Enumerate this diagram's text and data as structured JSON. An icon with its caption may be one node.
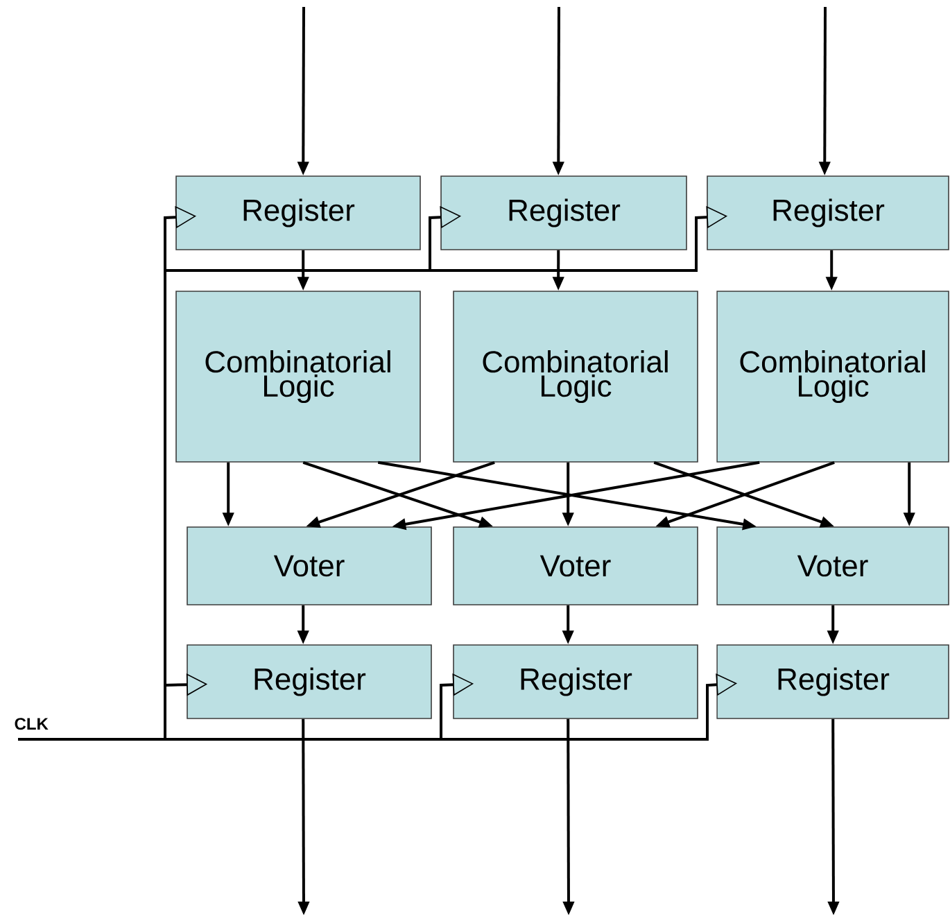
{
  "diagram": {
    "nodes": [
      {
        "text": [
          "Register"
        ]
      },
      {
        "text": [
          "Register"
        ]
      },
      {
        "text": [
          "Register"
        ]
      },
      {
        "text": [
          "Combinatorial Logic"
        ]
      },
      {
        "text": [
          "Combinatorial Logic"
        ]
      },
      {
        "text": [
          "Combinatorial Logic"
        ]
      },
      {
        "text": [
          "Voter"
        ]
      },
      {
        "text": [
          "Voter"
        ]
      },
      {
        "text": [
          "Voter"
        ]
      },
      {
        "text": [
          "Register"
        ]
      },
      {
        "text": [
          "Register"
        ]
      },
      {
        "text": [
          "Register"
        ]
      },
      {
        "text": [
          "CLK"
        ]
      }
    ],
    "edges": [
      {
        "from": null,
        "to": 0,
        "arrow": "to"
      },
      {
        "from": null,
        "to": 1,
        "arrow": "to"
      },
      {
        "from": null,
        "to": 2,
        "arrow": "to"
      },
      {
        "from": 0,
        "to": 3,
        "arrow": "to"
      },
      {
        "from": 1,
        "to": 4,
        "arrow": "to"
      },
      {
        "from": 2,
        "to": 5,
        "arrow": "to"
      },
      {
        "from": 3,
        "to": 6,
        "arrow": "to"
      },
      {
        "from": 3,
        "to": 7,
        "arrow": "to"
      },
      {
        "from": 3,
        "to": 8,
        "arrow": "to"
      },
      {
        "from": 4,
        "to": 6,
        "arrow": "to"
      },
      {
        "from": 4,
        "to": 7,
        "arrow": "to"
      },
      {
        "from": 4,
        "to": 8,
        "arrow": "to"
      },
      {
        "from": 5,
        "to": 6,
        "arrow": "to"
      },
      {
        "from": 5,
        "to": 7,
        "arrow": "to"
      },
      {
        "from": 5,
        "to": 8,
        "arrow": "to"
      },
      {
        "from": 6,
        "to": 9,
        "arrow": "to"
      },
      {
        "from": 7,
        "to": 10,
        "arrow": "to"
      },
      {
        "from": 8,
        "to": 11,
        "arrow": "to"
      },
      {
        "from": 9,
        "to": null,
        "arrow": "to"
      },
      {
        "from": 10,
        "to": null,
        "arrow": "to"
      },
      {
        "from": 11,
        "to": null,
        "arrow": "to"
      },
      {
        "from": 12,
        "to": 0,
        "arrow": "to"
      },
      {
        "from": 12,
        "to": 1,
        "arrow": "to"
      },
      {
        "from": 12,
        "to": 2,
        "arrow": "to"
      },
      {
        "from": 12,
        "to": 9,
        "arrow": "to"
      },
      {
        "from": 12,
        "to": 10,
        "arrow": "to"
      },
      {
        "from": 12,
        "to": 11,
        "arrow": "to"
      }
    ]
  }
}
